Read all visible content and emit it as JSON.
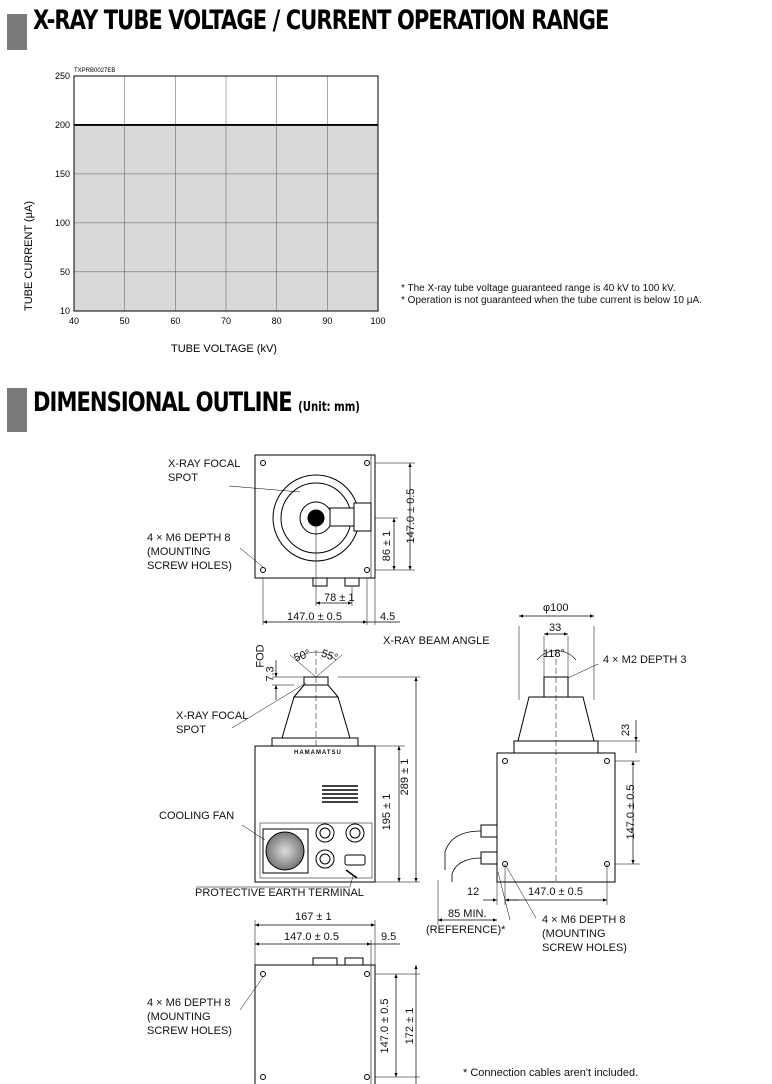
{
  "section1": {
    "title": "X-RAY TUBE VOLTAGE / CURRENT OPERATION RANGE"
  },
  "section2": {
    "title": "DIMENSIONAL OUTLINE",
    "unit": "(Unit: mm)"
  },
  "chart_data": {
    "type": "area",
    "code": "TXPRB0027EB",
    "xlabel": "TUBE VOLTAGE (kV)",
    "ylabel": "TUBE CURRENT (μA)",
    "xlim": [
      40,
      100
    ],
    "ylim": [
      10,
      250
    ],
    "xticks": [
      40,
      50,
      60,
      70,
      80,
      90,
      100
    ],
    "yticks": [
      10,
      50,
      100,
      150,
      200,
      250
    ],
    "grid": true,
    "x": [
      40,
      100
    ],
    "series": [
      {
        "values": [
          200,
          200
        ],
        "fill": "#d9d9d9"
      }
    ]
  },
  "notes": [
    "* The X-ray tube voltage guaranteed range is 40 kV to 100 kV.",
    "* Operation is not guaranteed when the tube current is below 10 μA."
  ],
  "top_view": {
    "label_focal": [
      "X-RAY FOCAL",
      "SPOT"
    ],
    "label_holes": [
      "4 × M6  DEPTH 8",
      "(MOUNTING",
      " SCREW HOLES)"
    ],
    "dim_height": "147.0 ± 0.5",
    "dim_86": "86 ± 1",
    "dim_78": "78 ± 1",
    "dim_width": "147.0 ± 0.5",
    "dim_45": "4.5"
  },
  "front_view": {
    "fod_label": "FOD",
    "fod_value": "7.3",
    "angle_50": "50°",
    "angle_55": "55°",
    "beam_label": "X-RAY BEAM ANGLE",
    "label_focal": [
      "X-RAY FOCAL",
      "SPOT"
    ],
    "brand": "HAMAMATSU",
    "label_fan": "COOLING FAN",
    "label_earth": "PROTECTIVE EARTH TERMINAL",
    "dim_195": "195 ± 1",
    "dim_289": "289 ± 1"
  },
  "side_view": {
    "dim_phi": "φ100",
    "dim_33": "33",
    "angle_118": "118°",
    "label_holes_top": "4 × M2  DEPTH 3",
    "dim_23": "23",
    "dim_height": "147.0 ± 0.5",
    "dim_12": "12",
    "dim_width": "147.0 ± 0.5",
    "dim_85": "85 MIN.",
    "reference": "(REFERENCE)*",
    "label_holes": [
      "4 × M6  DEPTH 8",
      "(MOUNTING",
      " SCREW HOLES)"
    ]
  },
  "bottom_view": {
    "dim_167": "167 ± 1",
    "dim_147": "147.0 ± 0.5",
    "dim_95": "9.5",
    "label_holes": [
      "4 × M6  DEPTH 8",
      "(MOUNTING",
      " SCREW HOLES)"
    ],
    "dim_height": "147.0 ± 0.5",
    "dim_172": "172 ± 1"
  },
  "footnote": "* Connection cables aren't included."
}
